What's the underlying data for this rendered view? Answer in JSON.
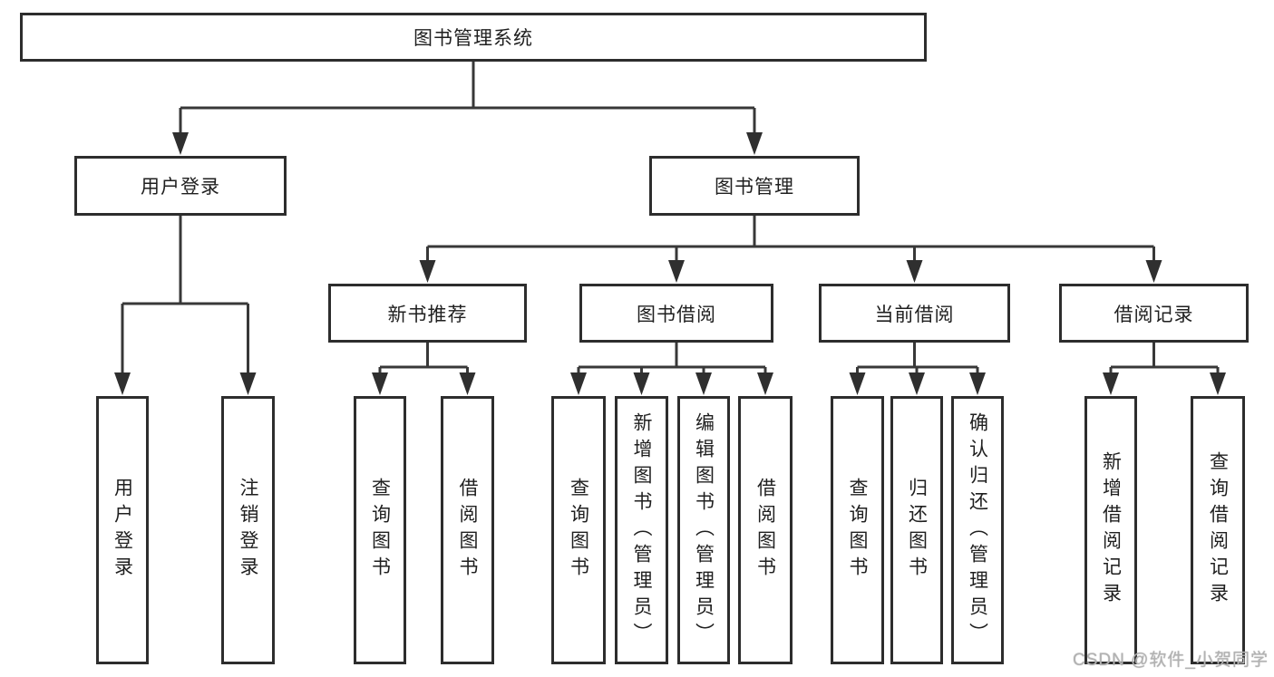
{
  "nodes": {
    "root": "图书管理系统",
    "user_login": "用户登录",
    "book_mgmt": "图书管理",
    "new_book_rec": "新书推荐",
    "book_borrow": "图书借阅",
    "current_borrow": "当前借阅",
    "borrow_records": "借阅记录",
    "leaf_user_login": "用户登录",
    "leaf_logout": "注销登录",
    "leaf_nbr_query": "查询图书",
    "leaf_nbr_borrow": "借阅图书",
    "leaf_bb_query": "查询图书",
    "leaf_bb_add": "新增图书（管理员）",
    "leaf_bb_edit": "编辑图书（管理员）",
    "leaf_bb_borrow": "借阅图书",
    "leaf_cb_query": "查询图书",
    "leaf_cb_return": "归还图书",
    "leaf_cb_confirm": "确认归还（管理员）",
    "leaf_br_add": "新增借阅记录",
    "leaf_br_query": "查询借阅记录"
  },
  "watermark": "CSDN @软件_小贺同学",
  "colors": {
    "box_border": "#2d2d2d",
    "connector_line": "#383838",
    "text": "#1f1f1f",
    "watermark_text": "#b2b2b2",
    "background": "#ffffff"
  }
}
